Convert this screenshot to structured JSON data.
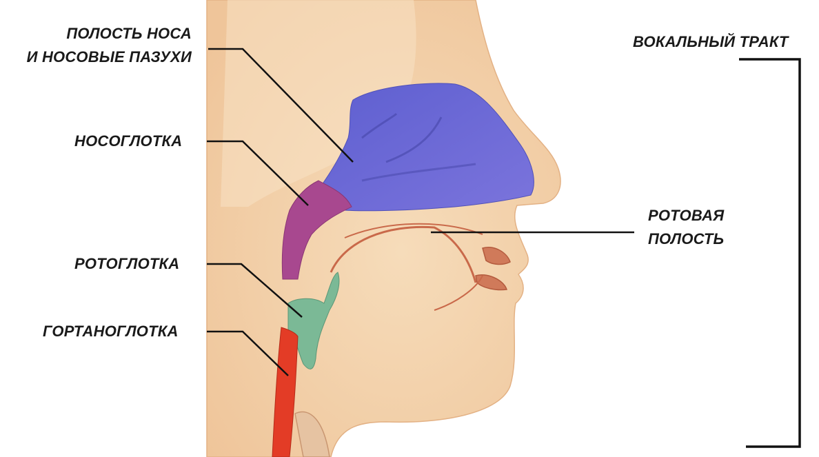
{
  "labels": {
    "nasal_cavity": [
      "ПОЛОСТЬ НОСА",
      "И НОСОВЫЕ ПАЗУХИ"
    ],
    "nasopharynx": "НОСОГЛОТКА",
    "oropharynx": "РОТОГЛОТКА",
    "laryngopharynx": "ГОРТАНОГЛОТКА",
    "oral_cavity": [
      "РОТОВАЯ",
      "ПОЛОСТЬ"
    ],
    "vocal_tract": "ВОКАЛЬНЫЙ ТРАКТ"
  },
  "colors": {
    "skin": "#f3d2ad",
    "skin_shadow": "#e4b88b",
    "nasal": "#6d6bd6",
    "nasopharynx": "#a4478f",
    "oropharynx": "#78b896",
    "laryngopharynx": "#e23a25",
    "leader": "#111111"
  }
}
